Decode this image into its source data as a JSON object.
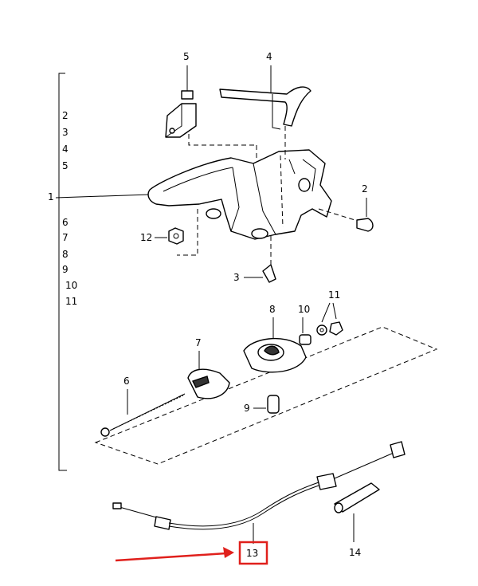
{
  "callouts": {
    "c1": "1",
    "c2": "2",
    "c3": "3",
    "c4": "4",
    "c5": "5",
    "c6": "6",
    "c7": "7",
    "c8": "8",
    "c9": "9",
    "c10": "10",
    "c11": "11",
    "c12": "12",
    "c13": "13",
    "c14": "14"
  },
  "bracket_list": [
    "2",
    "3",
    "4",
    "5",
    "6",
    "7",
    "8",
    "9",
    "10",
    "11"
  ],
  "highlight": {
    "box_color": "#e0201c",
    "arrow_color": "#e0201c"
  }
}
